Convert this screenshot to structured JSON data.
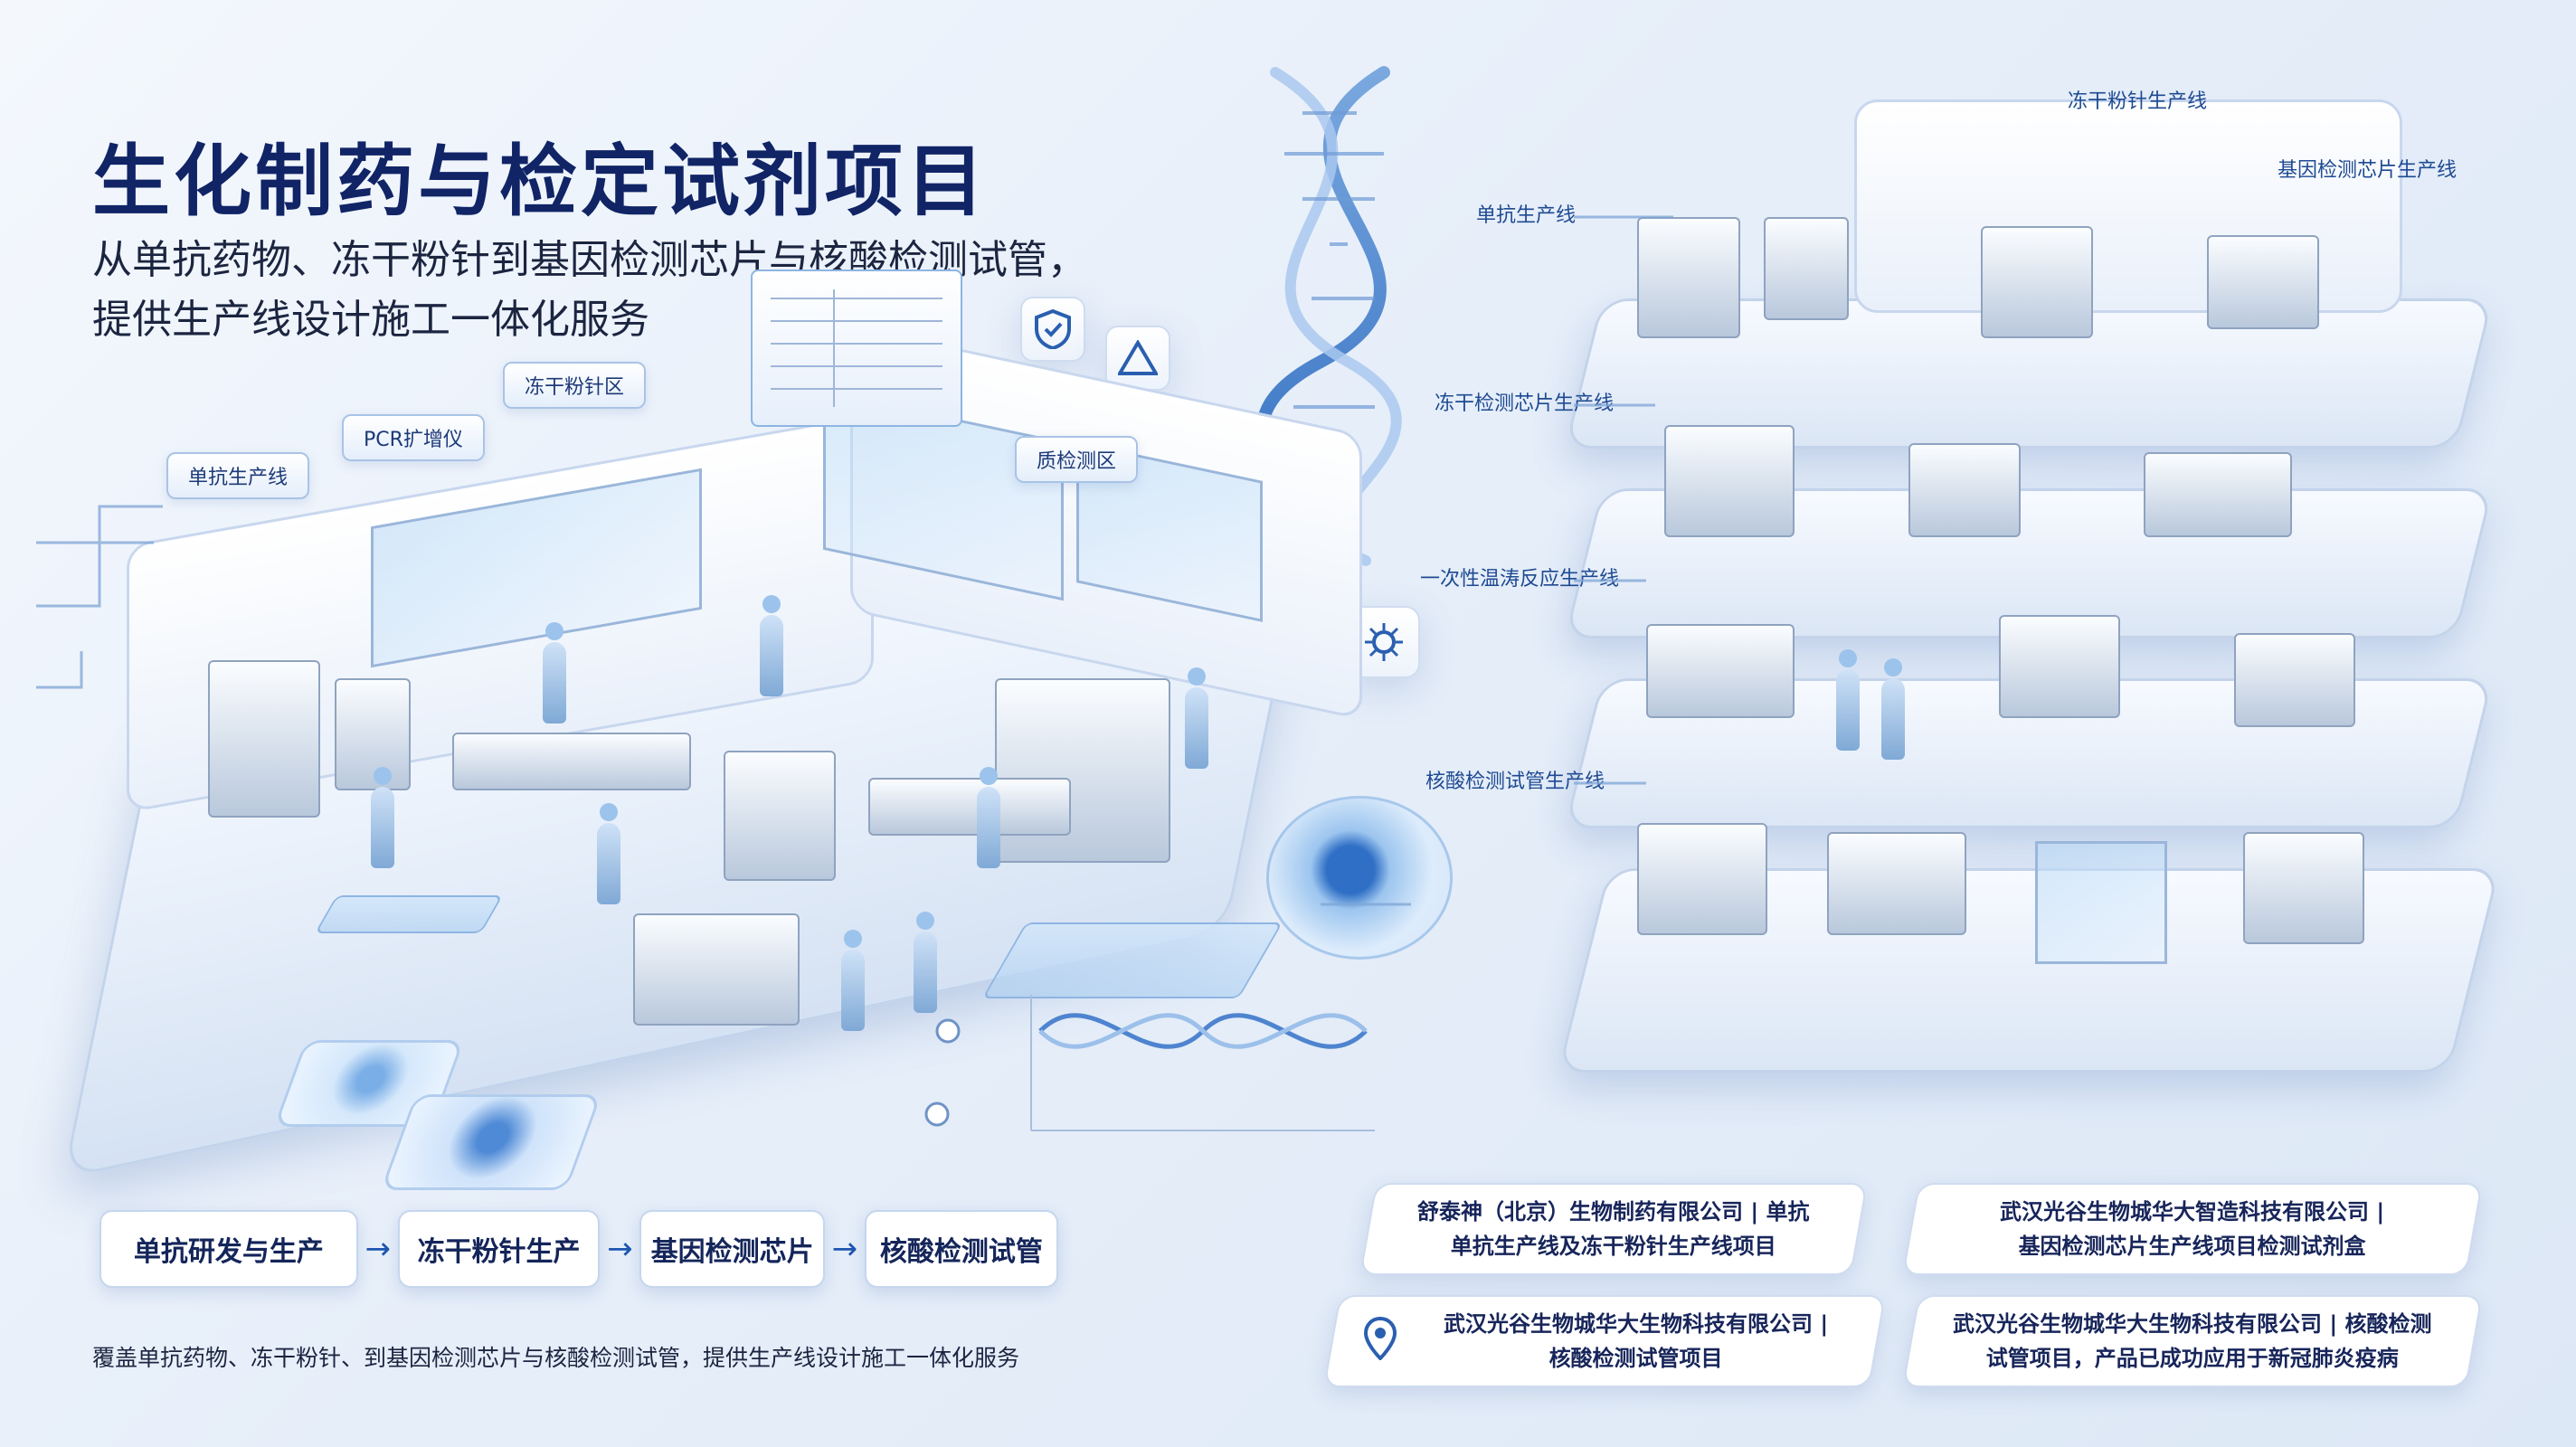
{
  "header": {
    "title": "生化制药与检定试剂项目",
    "subtitle_line1": "从单抗药物、冻干粉针到基因检测芯片与核酸检测试管，",
    "subtitle_line2": "提供生产线设计施工一体化服务"
  },
  "left_facility": {
    "tags": [
      "单抗生产线",
      "PCR扩增仪",
      "冻干粉针区",
      "质检测区"
    ]
  },
  "right_facility": {
    "floor_labels": [
      {
        "label": "冻干粉针生产线"
      },
      {
        "label": "基因检测芯片生产线"
      },
      {
        "label": "单抗生产线"
      },
      {
        "label": "冻干检测芯片生产线"
      },
      {
        "label": "一次性温涛反应生产线"
      },
      {
        "label": "核酸检测试管生产线"
      }
    ]
  },
  "process_flow": {
    "steps": [
      "单抗研发与生产",
      "冻干粉针生产",
      "基因检测芯片",
      "核酸检测试管"
    ],
    "arrow_glyph": "→"
  },
  "footnote": "覆盖单抗药物、冻干粉针、到基因检测芯片与核酸检测试管，提供生产线设计施工一体化服务",
  "project_cards": [
    {
      "line1": "舒泰神（北京）生物制药有限公司 | 单抗",
      "line2": "单抗生产线及冻干粉针生产线项目"
    },
    {
      "line1": "武汉光谷生物城华大智造科技有限公司 |",
      "line2": "基因检测芯片生产线项目检测试剂盒"
    },
    {
      "line1": "武汉光谷生物城华大生物科技有限公司 |",
      "line2": "核酸检测试管项目"
    },
    {
      "line1": "武汉光谷生物城华大生物科技有限公司 | 核酸检测",
      "line2": "试管项目，产品已成功应用于新冠肺炎疫病"
    }
  ],
  "icons": [
    "shield-icon",
    "warning-triangle-icon",
    "virus-icon",
    "location-pin-icon",
    "dna-helix-icon",
    "cell-icon"
  ],
  "colors": {
    "title": "#102466",
    "accent": "#1f56b0",
    "panel_border": "#c5d6ee"
  }
}
